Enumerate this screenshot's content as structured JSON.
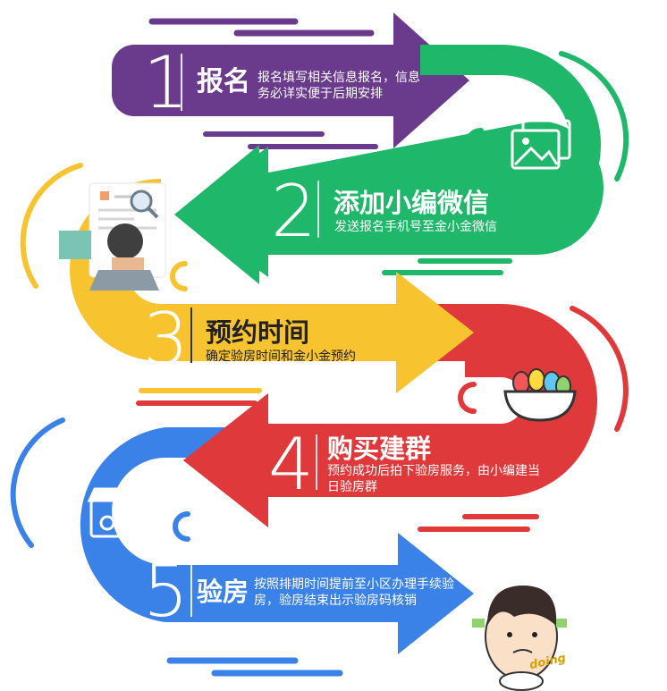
{
  "steps": [
    {
      "number": "1",
      "title": "报名",
      "desc": "报名填写相关信息报名，信息务必详实便于后期安排",
      "color": "#6a3a8c"
    },
    {
      "number": "2",
      "title": "添加小编微信",
      "desc": "发送报名手机号至金小金微信",
      "color": "#1fb86a"
    },
    {
      "number": "3",
      "title": "预约时间",
      "desc": "确定验房时间和金小金预约",
      "color": "#f7c32e"
    },
    {
      "number": "4",
      "title": "购买建群",
      "desc": "预约成功后拍下验房服务，由小编建当日验房群",
      "color": "#e0393b"
    },
    {
      "number": "5",
      "title": "验房",
      "desc": "按照排期时间提前至小区办理手续验房，验房结束出示验房码核销",
      "color": "#3b82e8"
    }
  ],
  "icons": [
    "image-icon",
    "person-reading-icon",
    "bowl-icon",
    "shop-icon",
    "cartoon-character-icon"
  ],
  "badge_text": "doing"
}
